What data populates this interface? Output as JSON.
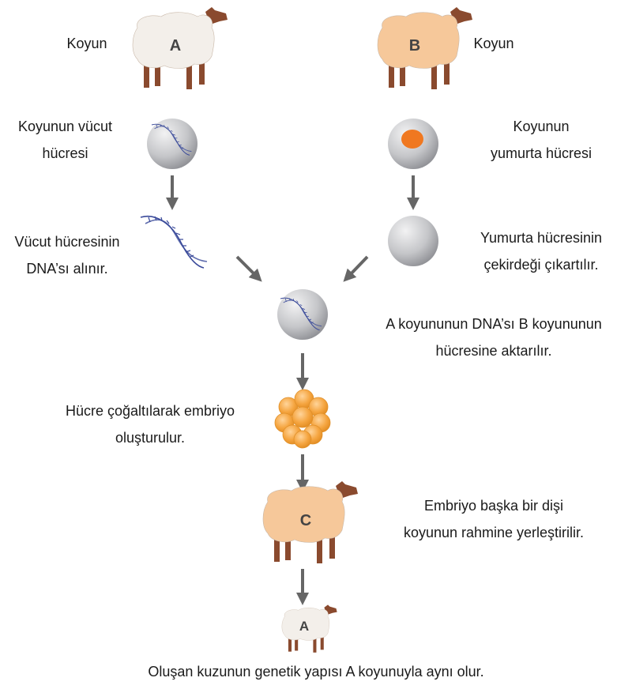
{
  "sheep": {
    "a_label": "A",
    "b_label": "B",
    "c_label": "C",
    "lamb_label": "A"
  },
  "labels": {
    "sheep_a": "Koyun",
    "sheep_b": "Koyun",
    "body_cell": [
      "Koyunun vücut",
      "hücresi"
    ],
    "egg_cell": [
      "Koyunun",
      "yumurta hücresi"
    ],
    "dna_taken": [
      "Vücut hücresinin",
      "DNA’sı alınır."
    ],
    "nucleus_removed": [
      "Yumurta hücresinin",
      "çekirdeği çıkartılır."
    ],
    "dna_transfer": [
      "A koyununun DNA’sı B koyununun",
      "hücresine aktarılır."
    ],
    "embryo": [
      "Hücre çoğaltılarak embriyo",
      "oluşturulur."
    ],
    "implant": [
      "Embriyo başka bir dişi",
      "koyunun rahmine yerleştirilir."
    ],
    "result": "Oluşan kuzunun genetik yapısı A koyunuyla aynı olur."
  },
  "colors": {
    "wool_white": "#f3efea",
    "wool_tan": "#f6c89a",
    "legs": "#8a4a2e",
    "cell": "#c9cacd",
    "dna": "#3a4a9a",
    "nucleus": "#f07820",
    "embryo": "#f5a540",
    "arrow": "#666666"
  }
}
